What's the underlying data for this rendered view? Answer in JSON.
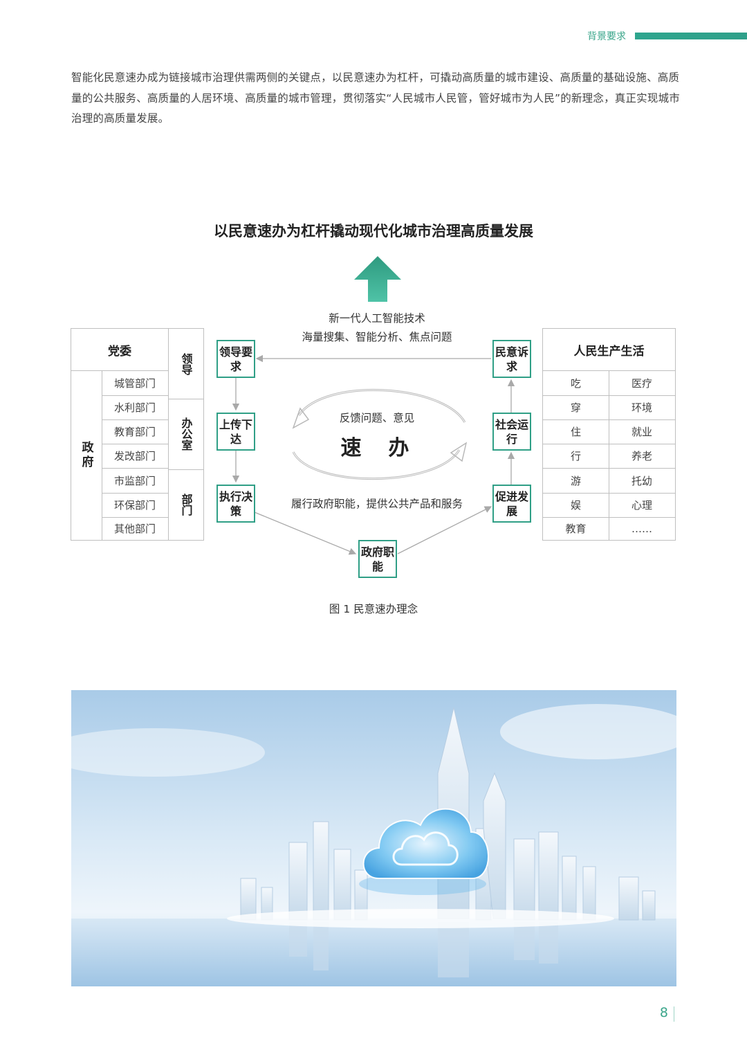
{
  "header": {
    "section_title": "背景要求"
  },
  "intro_paragraph": "智能化民意速办成为链接城市治理供需两侧的关键点，以民意速办为杠杆，可撬动高质量的城市建设、高质量的基础设施、高质量的公共服务、高质量的人居环境、高质量的城市管理，贯彻落实“人民城市人民管，管好城市为人民”的新理念，真正实现城市治理的高质量发展。",
  "figure": {
    "title": "以民意速办为杠杆撬动现代化城市治理高质量发展",
    "tech_line1": "新一代人工智能技术",
    "tech_line2": "海量搜集、智能分析、焦点问题",
    "feedback_text": "反馈问题、意见",
    "center_label": "速  办",
    "duty_text": "履行政府职能，提供公共产品和服务",
    "caption": "图 1 民意速办理念",
    "left_table": {
      "top_header": "党委",
      "side_label": "政府",
      "departments": [
        "城管部门",
        "水利部门",
        "教育部门",
        "发改部门",
        "市监部门",
        "环保部门",
        "其他部门"
      ],
      "right_labels": [
        "领导",
        "办公室",
        "部门"
      ]
    },
    "right_table": {
      "header": "人民生产生活",
      "rows": [
        [
          "吃",
          "医疗"
        ],
        [
          "穿",
          "环境"
        ],
        [
          "住",
          "就业"
        ],
        [
          "行",
          "养老"
        ],
        [
          "游",
          "托幼"
        ],
        [
          "娱",
          "心理"
        ],
        [
          "教育",
          "……"
        ]
      ]
    },
    "flow_boxes": {
      "lead_req": "领导要求",
      "upload": "上传下达",
      "execute": "执行决策",
      "gov_func": "政府职能",
      "public_demand": "民意诉求",
      "society": "社会运行",
      "develop": "促进发展"
    },
    "colors": {
      "accent": "#2f9f86",
      "arrow_top": "#2e9a7f",
      "arrow_bottom": "#4fc3a7"
    }
  },
  "page_number": "8"
}
